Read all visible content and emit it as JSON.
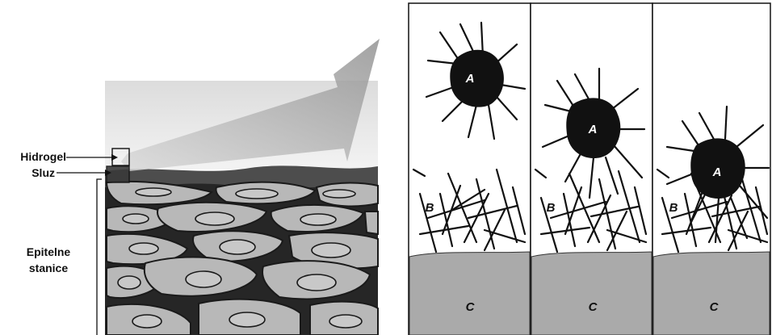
{
  "labels": {
    "hydrogel": "Hidrogel",
    "mucus": "Sluz",
    "epithelial_line1": "Epitelne",
    "epithelial_line2": "stanice"
  },
  "panels": [
    {
      "a": "A",
      "b": "B",
      "c": "C"
    },
    {
      "a": "A",
      "b": "B",
      "c": "C"
    },
    {
      "a": "A",
      "b": "B",
      "c": "C"
    }
  ],
  "colors": {
    "tissue_background": "#2a2a2a",
    "cell_fill": "#b9b9b9",
    "mucus_band": "#4a4a4a",
    "arrow": "#9a9a9a",
    "particle": "#111111",
    "substrate": "#a9a9a9"
  }
}
